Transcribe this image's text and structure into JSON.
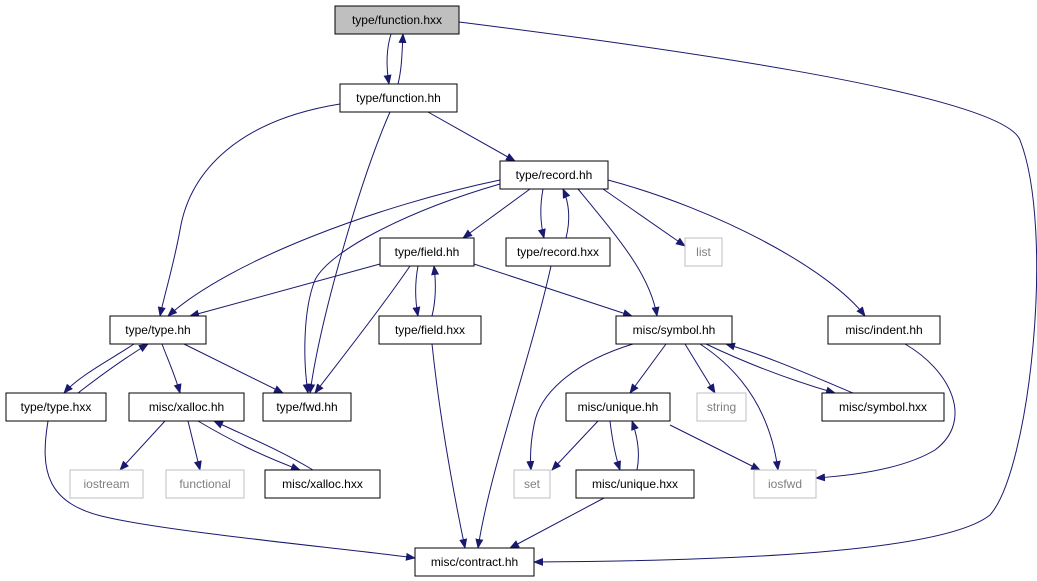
{
  "colors": {
    "edge": "#191970",
    "node_border": "#000000",
    "node_fill": "#ffffff",
    "focus_fill": "#bfbfbf",
    "external_border": "#bfbfbf",
    "external_text": "#7f7f7f",
    "text": "#000000"
  },
  "nodes": [
    {
      "id": "function_hxx",
      "label": "type/function.hxx",
      "kind": "focus"
    },
    {
      "id": "function_hh",
      "label": "type/function.hh",
      "kind": "file"
    },
    {
      "id": "record_hh",
      "label": "type/record.hh",
      "kind": "file"
    },
    {
      "id": "field_hh",
      "label": "type/field.hh",
      "kind": "file"
    },
    {
      "id": "record_hxx",
      "label": "type/record.hxx",
      "kind": "file"
    },
    {
      "id": "list",
      "label": "list",
      "kind": "external"
    },
    {
      "id": "type_hh",
      "label": "type/type.hh",
      "kind": "file"
    },
    {
      "id": "field_hxx",
      "label": "type/field.hxx",
      "kind": "file"
    },
    {
      "id": "symbol_hh",
      "label": "misc/symbol.hh",
      "kind": "file"
    },
    {
      "id": "indent_hh",
      "label": "misc/indent.hh",
      "kind": "file"
    },
    {
      "id": "type_hxx",
      "label": "type/type.hxx",
      "kind": "file"
    },
    {
      "id": "xalloc_hh",
      "label": "misc/xalloc.hh",
      "kind": "file"
    },
    {
      "id": "fwd_hh",
      "label": "type/fwd.hh",
      "kind": "file"
    },
    {
      "id": "unique_hh",
      "label": "misc/unique.hh",
      "kind": "file"
    },
    {
      "id": "string",
      "label": "string",
      "kind": "external"
    },
    {
      "id": "symbol_hxx",
      "label": "misc/symbol.hxx",
      "kind": "file"
    },
    {
      "id": "iostream",
      "label": "iostream",
      "kind": "external"
    },
    {
      "id": "functional",
      "label": "functional",
      "kind": "external"
    },
    {
      "id": "xalloc_hxx",
      "label": "misc/xalloc.hxx",
      "kind": "file"
    },
    {
      "id": "set",
      "label": "set",
      "kind": "external"
    },
    {
      "id": "unique_hxx",
      "label": "misc/unique.hxx",
      "kind": "file"
    },
    {
      "id": "iosfwd",
      "label": "iosfwd",
      "kind": "external"
    },
    {
      "id": "contract_hh",
      "label": "misc/contract.hh",
      "kind": "file"
    }
  ],
  "edges": [
    {
      "from": "function_hxx",
      "to": "function_hh"
    },
    {
      "from": "function_hh",
      "to": "function_hxx"
    },
    {
      "from": "function_hxx",
      "to": "contract_hh"
    },
    {
      "from": "function_hh",
      "to": "type_hh"
    },
    {
      "from": "function_hh",
      "to": "fwd_hh"
    },
    {
      "from": "function_hh",
      "to": "record_hh"
    },
    {
      "from": "record_hh",
      "to": "type_hh"
    },
    {
      "from": "record_hh",
      "to": "fwd_hh"
    },
    {
      "from": "record_hh",
      "to": "field_hh"
    },
    {
      "from": "record_hh",
      "to": "record_hxx"
    },
    {
      "from": "record_hxx",
      "to": "record_hh"
    },
    {
      "from": "record_hh",
      "to": "list"
    },
    {
      "from": "record_hh",
      "to": "symbol_hh"
    },
    {
      "from": "record_hh",
      "to": "indent_hh"
    },
    {
      "from": "record_hxx",
      "to": "contract_hh"
    },
    {
      "from": "field_hh",
      "to": "type_hh"
    },
    {
      "from": "field_hh",
      "to": "fwd_hh"
    },
    {
      "from": "field_hh",
      "to": "field_hxx"
    },
    {
      "from": "field_hxx",
      "to": "field_hh"
    },
    {
      "from": "field_hh",
      "to": "symbol_hh"
    },
    {
      "from": "field_hxx",
      "to": "contract_hh"
    },
    {
      "from": "type_hh",
      "to": "type_hxx"
    },
    {
      "from": "type_hxx",
      "to": "type_hh"
    },
    {
      "from": "type_hh",
      "to": "xalloc_hh"
    },
    {
      "from": "type_hh",
      "to": "fwd_hh"
    },
    {
      "from": "type_hxx",
      "to": "contract_hh"
    },
    {
      "from": "xalloc_hh",
      "to": "iostream"
    },
    {
      "from": "xalloc_hh",
      "to": "functional"
    },
    {
      "from": "xalloc_hh",
      "to": "xalloc_hxx"
    },
    {
      "from": "xalloc_hxx",
      "to": "xalloc_hh"
    },
    {
      "from": "symbol_hh",
      "to": "set"
    },
    {
      "from": "symbol_hh",
      "to": "unique_hh"
    },
    {
      "from": "symbol_hh",
      "to": "string"
    },
    {
      "from": "symbol_hh",
      "to": "iosfwd"
    },
    {
      "from": "symbol_hh",
      "to": "symbol_hxx"
    },
    {
      "from": "symbol_hxx",
      "to": "symbol_hh"
    },
    {
      "from": "indent_hh",
      "to": "iosfwd"
    },
    {
      "from": "unique_hh",
      "to": "set"
    },
    {
      "from": "unique_hh",
      "to": "unique_hxx"
    },
    {
      "from": "unique_hxx",
      "to": "unique_hh"
    },
    {
      "from": "unique_hh",
      "to": "iosfwd"
    },
    {
      "from": "unique_hxx",
      "to": "contract_hh"
    }
  ]
}
